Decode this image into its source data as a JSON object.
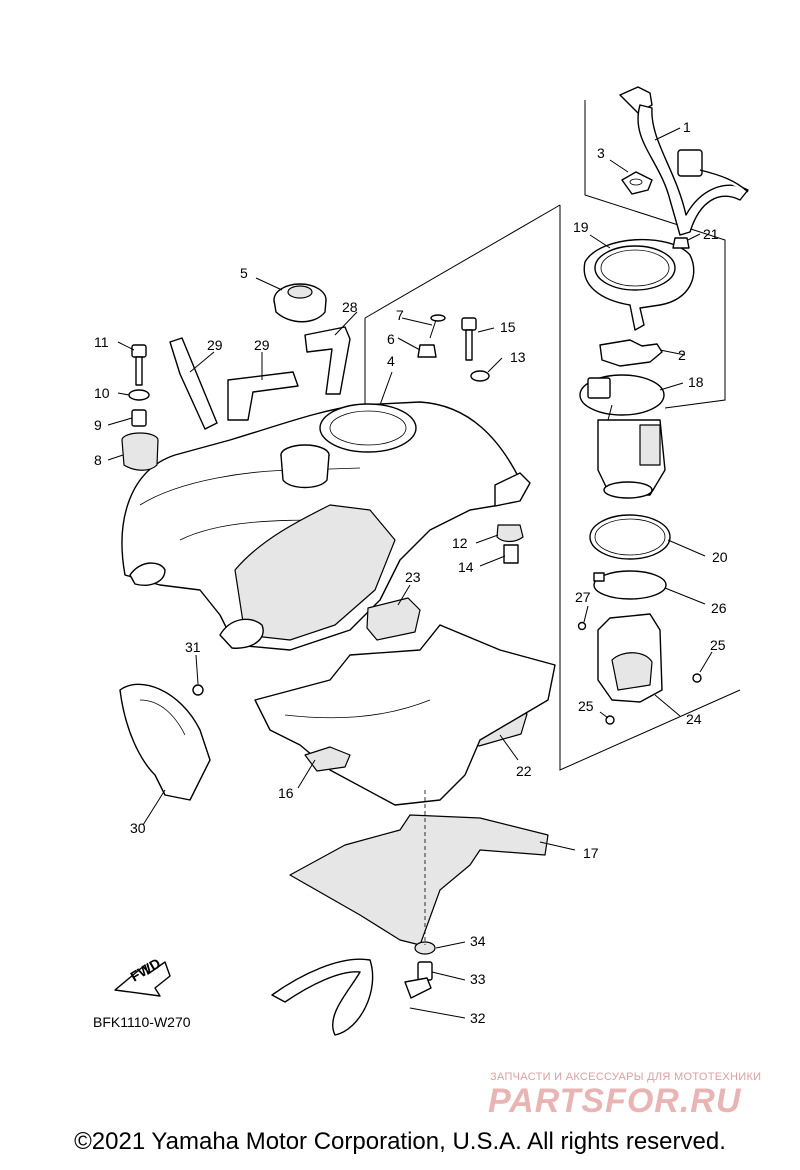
{
  "diagram": {
    "code": "BFK1110-W270",
    "fwd_label": "FWD",
    "callouts": [
      "1",
      "2",
      "3",
      "4",
      "5",
      "6",
      "7",
      "8",
      "9",
      "10",
      "11",
      "12",
      "13",
      "14",
      "15",
      "16",
      "17",
      "18",
      "19",
      "20",
      "21",
      "22",
      "23",
      "24",
      "25",
      "25",
      "26",
      "27",
      "28",
      "29",
      "29",
      "30",
      "31",
      "32",
      "33",
      "34"
    ]
  },
  "watermark": {
    "tagline": "ЗАПЧАСТИ И АКСЕССУАРЫ ДЛЯ МОТОТЕХНИКИ",
    "brand": "PARTSFOR.RU"
  },
  "footer": {
    "copyright": "©2021 Yamaha Motor Corporation, U.S.A. All rights reserved."
  }
}
